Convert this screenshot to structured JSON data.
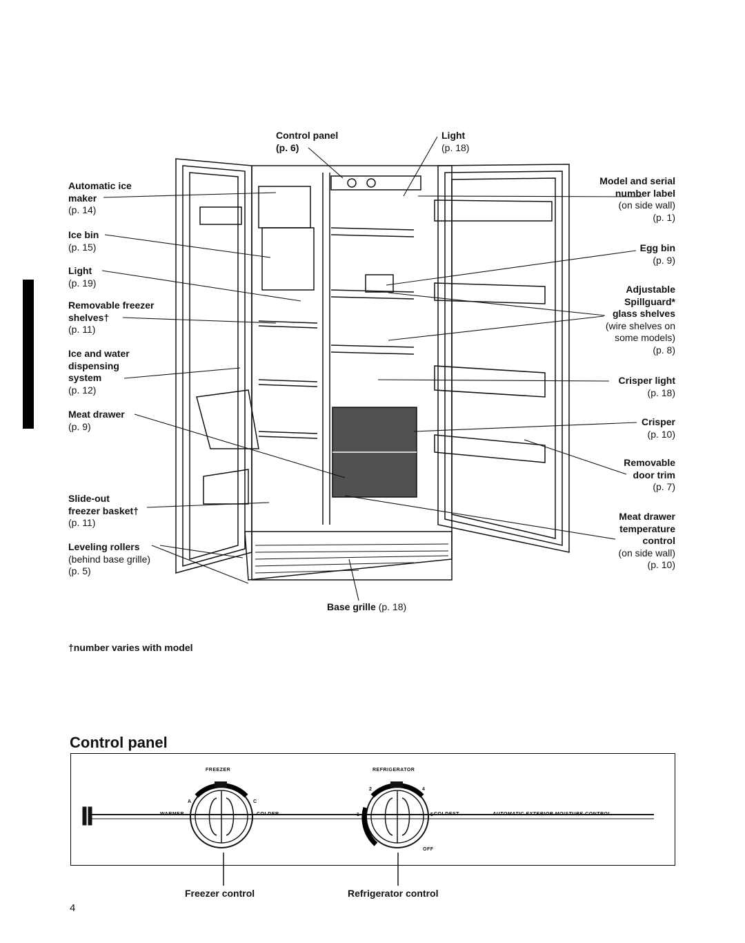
{
  "page_number": "4",
  "footnote": "†number varies with model",
  "left_labels": [
    {
      "title": "Automatic ice",
      "title2": "maker",
      "page": "(p. 14)"
    },
    {
      "title": "Ice bin",
      "page": "(p. 15)"
    },
    {
      "title": "Light",
      "page": "(p. 19)"
    },
    {
      "title": "Removable freezer",
      "title2": "shelves†",
      "page": "(p. 11)"
    },
    {
      "title": "Ice and water",
      "title2": "dispensing",
      "title3": "system",
      "page": "(p. 12)"
    },
    {
      "title": "Meat drawer",
      "page": "(p. 9)"
    },
    {
      "title": "Slide-out",
      "title2": "freezer basket†",
      "page": "(p. 11)"
    },
    {
      "title": "Leveling rollers",
      "note": "(behind base grille)",
      "page": "(p. 5)"
    }
  ],
  "top_labels": {
    "control_panel": {
      "title": "Control panel",
      "page": "(p. 6)"
    },
    "light": {
      "title": "Light",
      "page": "(p. 18)"
    }
  },
  "right_labels": [
    {
      "title": "Model and serial",
      "title2": "number label",
      "note": "(on side wall)",
      "page": "(p. 1)"
    },
    {
      "title": "Egg bin",
      "page": "(p. 9)"
    },
    {
      "title": "Adjustable",
      "title2": "Spillguard*",
      "title3": "glass shelves",
      "note": "(wire shelves on",
      "note2": "some models)",
      "page": "(p. 8)"
    },
    {
      "title": "Crisper light",
      "page": "(p. 18)"
    },
    {
      "title": "Crisper",
      "page": "(p. 10)"
    },
    {
      "title": "Removable",
      "title2": "door trim",
      "page": "(p. 7)"
    },
    {
      "title": "Meat drawer",
      "title2": "temperature",
      "title3": "control",
      "note": "(on side wall)",
      "page": "(p. 10)"
    }
  ],
  "base_grille": {
    "title": "Base grille",
    "page": "(p. 18)"
  },
  "control_panel": {
    "heading": "Control panel",
    "freezer_header": "FREEZER",
    "refrigerator_header": "REFRIGERATOR",
    "warmer": "WARMER",
    "colder": "COLDER",
    "coldest": "COLDEST",
    "off": "OFF",
    "moisture": "AUTOMATIC EXTERIOR MOISTURE CONTROL",
    "freezer_a": "A",
    "freezer_c": "C",
    "fridge_marks": [
      "1",
      "2",
      "4",
      "5"
    ],
    "freezer_caption": "Freezer control",
    "refrigerator_caption": "Refrigerator control"
  }
}
